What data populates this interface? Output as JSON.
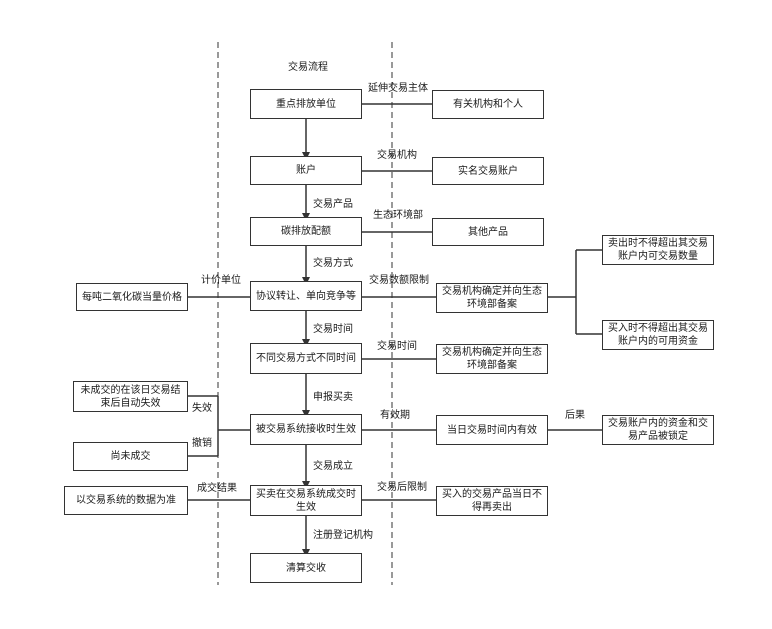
{
  "diagram": {
    "title": "交易流程",
    "main_flow": [
      {
        "id": "m1",
        "text": "重点排放单位"
      },
      {
        "id": "m2",
        "text": "账户"
      },
      {
        "id": "m3",
        "text": "碳排放配额"
      },
      {
        "id": "m4",
        "text": "协议转让、单向竞争等"
      },
      {
        "id": "m5",
        "text": "不同交易方式不同时间"
      },
      {
        "id": "m6",
        "text": "被交易系统接收时生效"
      },
      {
        "id": "m7",
        "text": "买卖在交易系统成交时生效"
      },
      {
        "id": "m8",
        "text": "清算交收"
      }
    ],
    "flow_labels": [
      {
        "id": "f1",
        "text": "交易产品"
      },
      {
        "id": "f2",
        "text": "交易方式"
      },
      {
        "id": "f3",
        "text": "交易时间"
      },
      {
        "id": "f4",
        "text": "申报买卖"
      },
      {
        "id": "f5",
        "text": "交易成立"
      },
      {
        "id": "f6",
        "text": "注册登记机构"
      }
    ],
    "right_boxes": [
      {
        "id": "r1",
        "text": "有关机构和个人"
      },
      {
        "id": "r2",
        "text": "实名交易账户"
      },
      {
        "id": "r3",
        "text": "其他产品"
      },
      {
        "id": "r4",
        "text": "交易机构确定并向生态环境部备案"
      },
      {
        "id": "r5",
        "text": "交易机构确定并向生态环境部备案"
      },
      {
        "id": "r6",
        "text": "当日交易时间内有效"
      },
      {
        "id": "r7",
        "text": "买入的交易产品当日不得再卖出"
      }
    ],
    "right_labels": [
      {
        "id": "rl1",
        "text": "延伸交易主体"
      },
      {
        "id": "rl2",
        "text": "交易机构"
      },
      {
        "id": "rl3",
        "text": "生态环境部"
      },
      {
        "id": "rl4",
        "text": "交易数额限制"
      },
      {
        "id": "rl5",
        "text": "交易时间"
      },
      {
        "id": "rl6",
        "text": "有效期"
      },
      {
        "id": "rl7",
        "text": "交易后限制"
      }
    ],
    "far_right_boxes": [
      {
        "id": "fr1",
        "text": "卖出时不得超出其交易账户内可交易数量"
      },
      {
        "id": "fr2",
        "text": "买入时不得超出其交易账户内的可用资金"
      },
      {
        "id": "fr3",
        "text": "交易账户内的资金和交易产品被锁定"
      }
    ],
    "far_right_labels": [
      {
        "id": "frl1",
        "text": "后果"
      }
    ],
    "left_boxes": [
      {
        "id": "l1",
        "text": "每吨二氧化碳当量价格"
      },
      {
        "id": "l2",
        "text": "未成交的在该日交易结束后自动失效"
      },
      {
        "id": "l3",
        "text": "尚未成交"
      },
      {
        "id": "l4",
        "text": "以交易系统的数据为准"
      }
    ],
    "left_labels": [
      {
        "id": "ll1",
        "text": "计价单位"
      },
      {
        "id": "ll2",
        "text": "失效"
      },
      {
        "id": "ll3",
        "text": "撤销"
      },
      {
        "id": "ll4",
        "text": "成交结果"
      }
    ],
    "colors": {
      "line": "#333333",
      "box_border": "#333333",
      "text": "#1a1a1a"
    }
  }
}
